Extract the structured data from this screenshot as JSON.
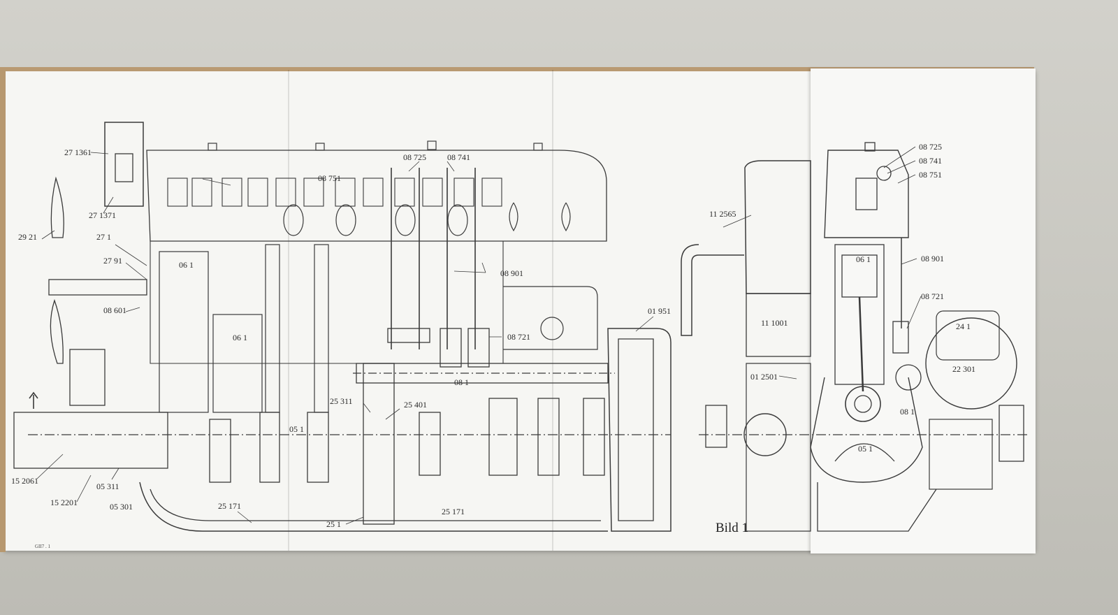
{
  "figure_caption": "Bild 1",
  "page_code": "GII7 . 1",
  "labels": {
    "l1": "27 1361",
    "l2": "27 1371",
    "l3": "29 21",
    "l4": "27 1",
    "l5": "27 91",
    "l6": "06 1",
    "l7": "08 601",
    "l8": "06 1",
    "l9": "08 751",
    "l10": "08 725",
    "l11": "08 741",
    "l12": "08 901",
    "l13": "08 721",
    "l14": "08 1",
    "l15": "25 311",
    "l16": "25 401",
    "l17": "05 1",
    "l18": "15 2061",
    "l19": "15 2201",
    "l20": "05 311",
    "l21": "05 301",
    "l22": "25 171",
    "l23": "25 1",
    "l24": "25 171",
    "l25": "01 951",
    "l26": "11 2565",
    "l27": "11 1001",
    "l28": "01 2501",
    "l29": "08 725",
    "l30": "08 741",
    "l31": "08 751",
    "l32": "06 1",
    "l33": "08 901",
    "l34": "08 721",
    "l35": "24 1",
    "l36": "22 301",
    "l37": "08 1",
    "l38": "05 1"
  }
}
